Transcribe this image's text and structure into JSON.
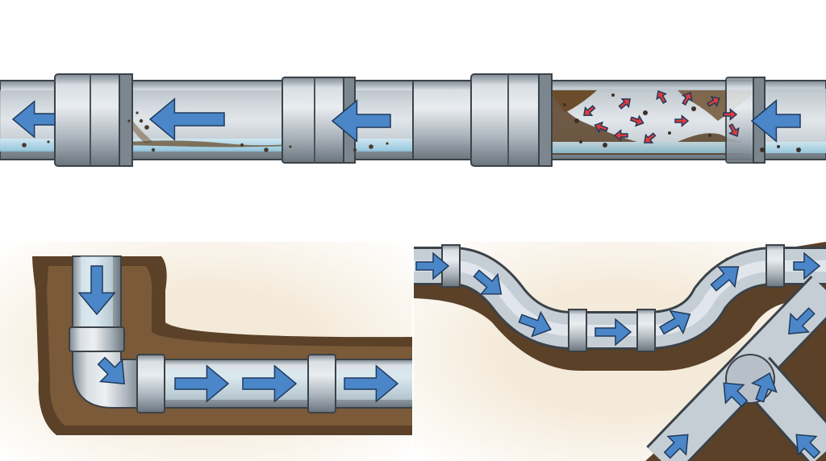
{
  "figure": {
    "panels": [
      {
        "id": "top-left",
        "kind": "straight-pipe-with-sediment",
        "flow_direction": "left"
      },
      {
        "id": "top-right",
        "kind": "straight-pipe-with-blockage",
        "flow_direction": "left"
      },
      {
        "id": "bottom-left",
        "kind": "elbow-pipe-in-soil",
        "flow_direction": "down-then-right"
      },
      {
        "id": "bottom-right",
        "kind": "bends-and-tee-junction-in-soil",
        "flow_direction": "right-and-merge"
      }
    ],
    "colors": {
      "pipe_light": "#cfd6dc",
      "pipe_mid": "#9ea8b1",
      "pipe_dark": "#5e6870",
      "water": "#9fd0e6",
      "flow_arrow": "#4a86c8",
      "debris_arrow": "#e23a3a",
      "soil": "#c8a77a",
      "soil_dark": "#5b4128",
      "sediment": "#6b4d2c"
    },
    "icons": [
      "flow-arrow-icon",
      "debris-arrow-icon"
    ]
  }
}
